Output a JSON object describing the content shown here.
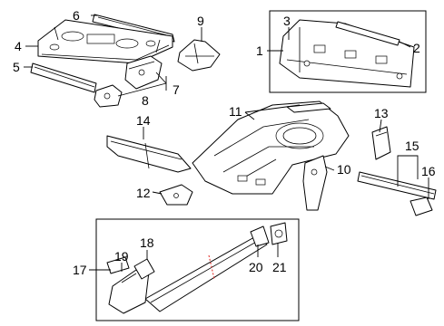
{
  "callouts": {
    "c1": "1",
    "c2": "2",
    "c3": "3",
    "c4": "4",
    "c5": "5",
    "c6": "6",
    "c7": "7",
    "c8": "8",
    "c9": "9",
    "c10": "10",
    "c11": "11",
    "c12": "12",
    "c13": "13",
    "c14": "14",
    "c15": "15",
    "c16": "16",
    "c17": "17",
    "c18": "18",
    "c19": "19",
    "c20": "20",
    "c21": "21"
  },
  "colors": {
    "line": "#000000",
    "background": "#ffffff",
    "cut_marker": "#e0201b"
  }
}
